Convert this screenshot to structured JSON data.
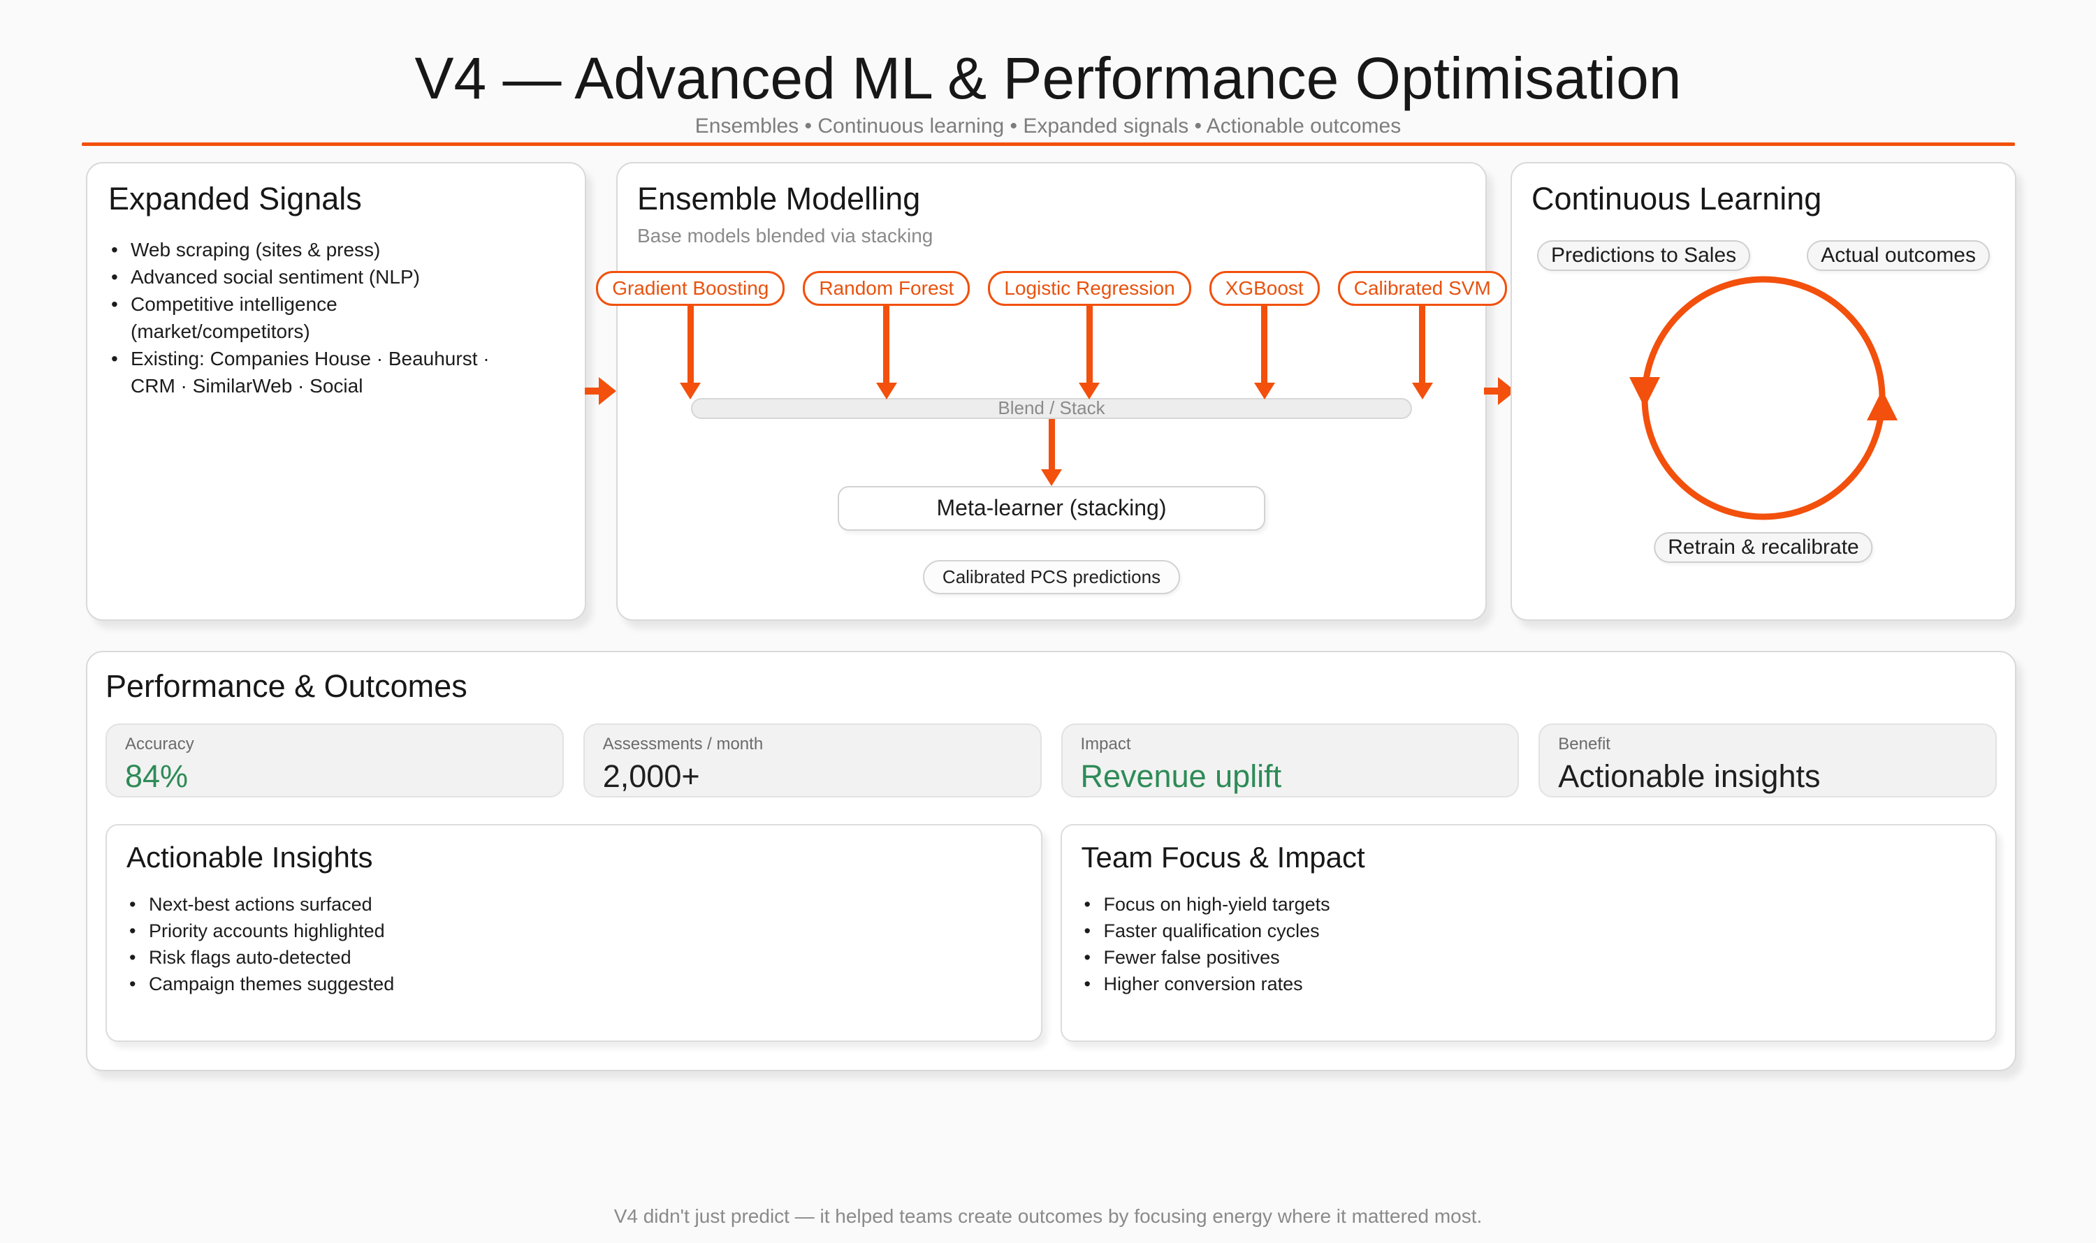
{
  "colors": {
    "accent": "#F2500C",
    "green": "#2E8B57"
  },
  "header": {
    "title": "V4 — Advanced ML & Performance Optimisation",
    "subtitle": "Ensembles • Continuous learning • Expanded signals • Actionable outcomes"
  },
  "expanded_signals": {
    "title": "Expanded Signals",
    "bullets": [
      "Web scraping (sites & press)",
      "Advanced social sentiment (NLP)",
      "Competitive intelligence\n(market/competitors)",
      "Existing: Companies House · Beauhurst ·\nCRM · SimilarWeb · Social"
    ]
  },
  "ensemble": {
    "title": "Ensemble Modelling",
    "subtitle": "Base models blended via stacking",
    "models": [
      "Gradient Boosting",
      "Random Forest",
      "Logistic Regression",
      "XGBoost",
      "Calibrated SVM"
    ],
    "blend_label": "Blend / Stack",
    "meta_label": "Meta-learner (stacking)",
    "output_label": "Calibrated PCS predictions"
  },
  "continuous_learning": {
    "title": "Continuous Learning",
    "pill_left": "Predictions to Sales",
    "pill_right": "Actual outcomes",
    "pill_bottom": "Retrain & recalibrate"
  },
  "performance": {
    "title": "Performance & Outcomes",
    "stats": [
      {
        "label": "Accuracy",
        "value": "84%",
        "tone": "green"
      },
      {
        "label": "Assessments / month",
        "value": "2,000+",
        "tone": "dark"
      },
      {
        "label": "Impact",
        "value": "Revenue uplift",
        "tone": "green"
      },
      {
        "label": "Benefit",
        "value": "Actionable insights",
        "tone": "dark"
      }
    ],
    "insights": {
      "title": "Actionable Insights",
      "bullets": [
        "Next-best actions surfaced",
        "Priority accounts highlighted",
        "Risk flags auto-detected",
        "Campaign themes suggested"
      ]
    },
    "team": {
      "title": "Team Focus & Impact",
      "bullets": [
        "Focus on high-yield targets",
        "Faster qualification cycles",
        "Fewer false positives",
        "Higher conversion rates"
      ]
    }
  },
  "footer": "V4 didn't just predict — it helped teams create outcomes by focusing energy where it mattered most."
}
